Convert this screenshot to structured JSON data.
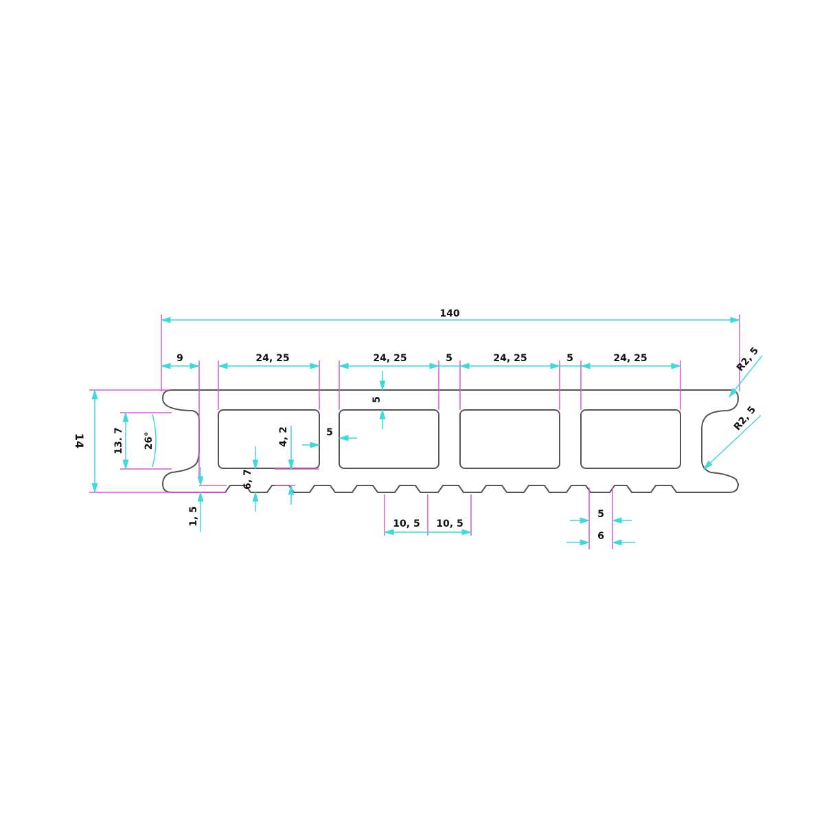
{
  "drawing": {
    "overall_width": "140",
    "overall_height": "14",
    "edge_offset": "9",
    "cell_widths": [
      "24, 25",
      "24, 25",
      "24, 25",
      "24, 25"
    ],
    "wall_widths": [
      "5",
      "5"
    ],
    "top_wall": "5",
    "side_wall": "5",
    "cell_bottom_gap": "4, 2",
    "lower_depth": "6, 7",
    "groove_depth": "1, 5",
    "tongue_height": "13. 7",
    "tongue_angle": "26°",
    "radius_top": "R2, 5",
    "radius_bottom": "R2, 5",
    "groove_pitch": [
      "10, 5",
      "10, 5"
    ],
    "groove_width_inner": "5",
    "groove_width_outer": "6"
  },
  "colors": {
    "outline": "#555555",
    "extension": "#d65ad6",
    "dimension": "#3fd8dc"
  }
}
